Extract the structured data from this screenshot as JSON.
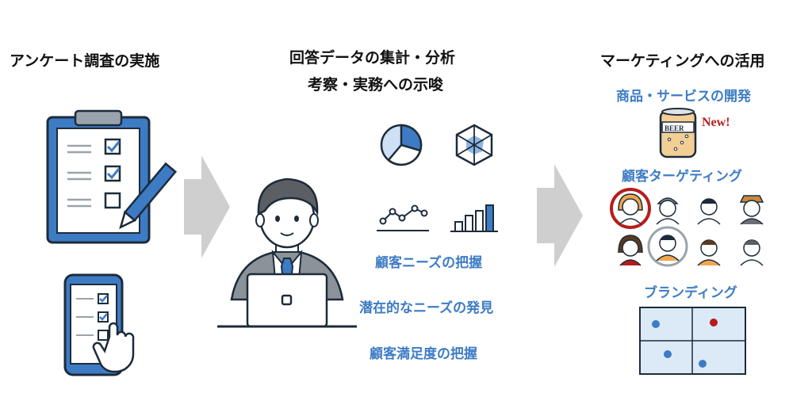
{
  "survey": {
    "title": "アンケート調査の実施"
  },
  "analysis": {
    "title_line1": "回答データの集計・分析",
    "title_line2": "考察・実務への示唆",
    "insights": [
      "顧客ニーズの把握",
      "潜在的なニーズの発見",
      "顧客満足度の把握"
    ]
  },
  "marketing": {
    "title": "マーケティングへの活用",
    "product_dev": "商品・サービスの開発",
    "new_badge": "New!",
    "can_label": "BEER",
    "targeting": "顧客ターゲティング",
    "branding": "ブランディング"
  },
  "colors": {
    "accent_blue": "#3d7cc4",
    "arrow_gray": "#cfcfcf",
    "target_red": "#b71c1c",
    "map_fill": "#dce9f7"
  }
}
